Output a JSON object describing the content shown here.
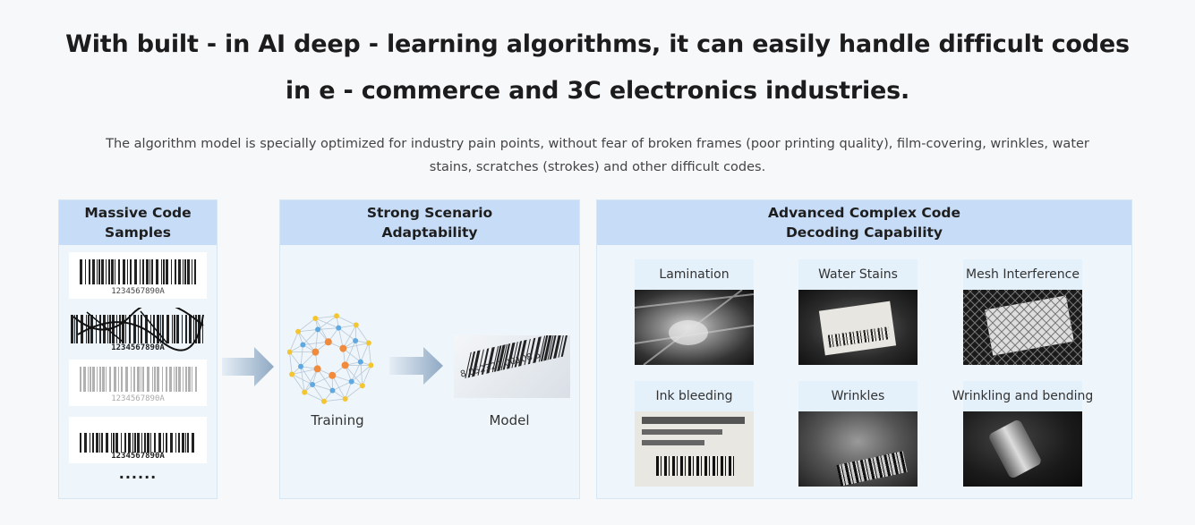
{
  "headline": {
    "line1": "With built - in AI deep - learning algorithms, it can easily handle difficult codes",
    "line2": "in e - commerce and 3C electronics industries."
  },
  "subline": {
    "line1": "The algorithm model is specially optimized for industry pain points, without fear of broken frames (poor printing quality), film-covering, wrinkles, water",
    "line2": "stains, scratches (strokes) and other difficult codes."
  },
  "panels": {
    "samples": {
      "title_line1": "Massive Code",
      "title_line2": "Samples",
      "codes": [
        "1234567890A",
        "1234567890A",
        "1234567890A",
        "1234567890A"
      ],
      "ellipsis": "......"
    },
    "adaptability": {
      "title_line1": "Strong Scenario",
      "title_line2": "Adaptability",
      "training_label": "Training",
      "model_label": "Model"
    },
    "decoding": {
      "title_line1": "Advanced Complex Code",
      "title_line2": "Decoding Capability",
      "items": [
        {
          "label": "Lamination"
        },
        {
          "label": "Water Stains"
        },
        {
          "label": "Mesh Interference"
        },
        {
          "label": "Ink bleeding"
        },
        {
          "label": "Wrinkles"
        },
        {
          "label": "Wrinkling and bending"
        }
      ]
    }
  },
  "colors": {
    "panel_header": "#c6dcf7",
    "panel_body": "#eef6fb",
    "arrow": "#9fb7cf"
  }
}
